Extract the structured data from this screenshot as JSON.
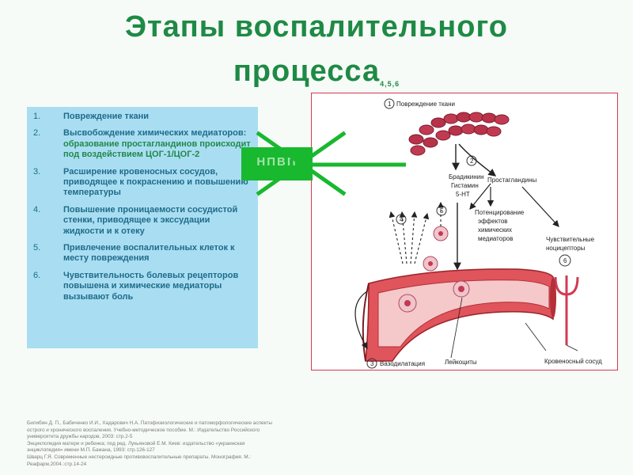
{
  "title": {
    "line1": "Этапы воспалительного",
    "line2": "процесса",
    "superscript": "4,5,6"
  },
  "stages": [
    {
      "num": "1.",
      "text": "Повреждение ткани",
      "highlight": ""
    },
    {
      "num": "2.",
      "text": "Высвобождение химических медиаторов:",
      "highlight": "образование простагландинов происходит под воздействием ЦОГ-1/ЦОГ-2"
    },
    {
      "num": "3.",
      "text": "Расширение кровеносных сосудов, приводящее к покраснению и повышению температуры",
      "highlight": ""
    },
    {
      "num": "4.",
      "text": "Повышение проницаемости сосудистой стенки, приводящее к экссудации жидкости и к отеку",
      "highlight": ""
    },
    {
      "num": "5.",
      "text": "Привлечение воспалительных клеток к месту повреждения",
      "highlight": ""
    },
    {
      "num": "6.",
      "text": "Чувствительность болевых рецепторов повышена и химические медиаторы вызывают боль",
      "highlight": ""
    }
  ],
  "nsaid_label": "НПВП",
  "diagram": {
    "tissue_damage": "Повреждение ткани",
    "step1": "1",
    "step2": "2",
    "step3": "3",
    "step4": "4",
    "step5": "5",
    "step6": "6",
    "mediators": [
      "Брадикинин",
      "Гистамин",
      "5-HT"
    ],
    "prostaglandins": "Простагландины",
    "potentiation": [
      "Потенцирование",
      "эффектов",
      "химических",
      "медиаторов"
    ],
    "nociceptors": [
      "Чувствительные",
      "ноцицепторы"
    ],
    "vasodilation": "Вазодилатация",
    "leukocytes": "Лейкоциты",
    "blood_vessel": "Кровеносный сосуд"
  },
  "references": [
    "Билибин Д. П., Бабиченко И.И., Хадарович Н.А. Патофизиологические и патоморфологические аспекты",
    "острого и хронического воспаления. Учебно-методическое пособие. М.: Издательство Российского",
    "университета дружбы народов, 2003: стр.2-5",
    "Энциклопедия матери и ребенка; под ред. Лукьяновой Е.М. Киев: издательство «украинская",
    "энциклопедия» имени М.П. Бажана, 1993: стр.126-127",
    "Шварц Г.Я. Современные нестероидные противовоспалительные препараты. Монография. М.:",
    "Реафарм,2004.:стр.14-24"
  ],
  "colors": {
    "title": "#1e8a45",
    "stage_text": "#1f6b8a",
    "stage_highlight": "#22884a",
    "stages_bg": "#a9def2",
    "nsaid_bar": "#18b82f",
    "diagram_border": "#d23a52",
    "vessel": "#c9363c"
  }
}
